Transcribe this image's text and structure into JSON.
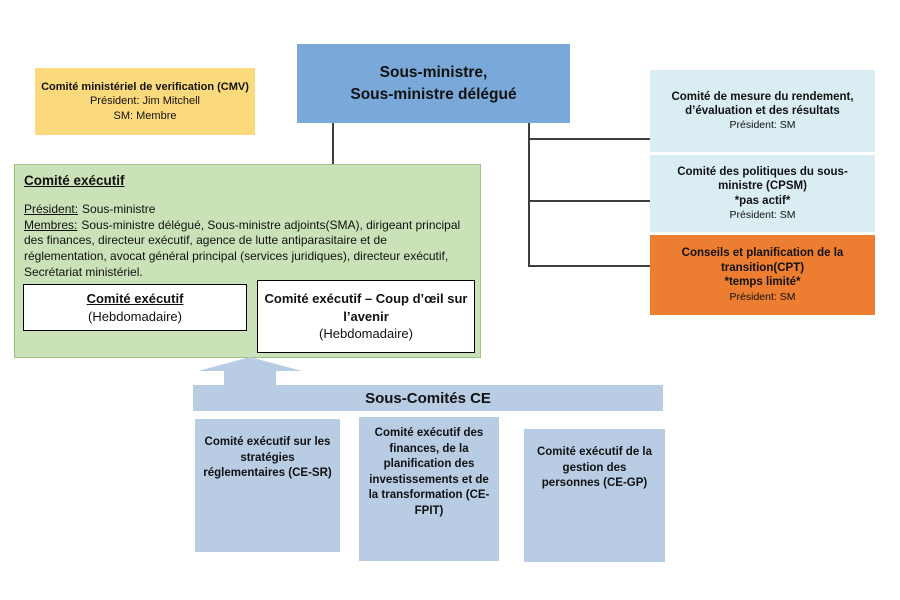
{
  "diagram": {
    "cmv": {
      "title": "Comité ministériel de verification (CMV)",
      "president": "Président: Jim Mitchell",
      "member": "SM: Membre"
    },
    "deputy_minister": {
      "line1": "Sous-ministre,",
      "line2": "Sous-ministre délégué"
    },
    "comite_executif": {
      "title": "Comité exécutif",
      "president_label": "Président:",
      "president_value": "Sous-ministre",
      "membres_label": "Membres:",
      "membres_value": "Sous-ministre délégué, Sous-ministre adjoints(SMA), dirigeant principal des finances, directeur exécutif, agence de lutte antiparasitaire et de réglementation, avocat général principal (services juridiques), directeur exécutif, Secrétariat ministériel.",
      "sub1": {
        "title": "Comité exécutif",
        "subtitle": "(Hebdomadaire)"
      },
      "sub2": {
        "title": "Comité exécutif – Coup d’œil sur l’avenir",
        "subtitle": "(Hebdomadaire)"
      }
    },
    "right_boxes": [
      {
        "title": "Comité de mesure du rendement, d’évaluation et des résultats",
        "note": "",
        "president": "Président: SM"
      },
      {
        "title": "Comité des politiques du sous-ministre (CPSM)",
        "note": "*pas actif*",
        "president": "Président: SM"
      },
      {
        "title": "Conseils et planification de la transition(CPT)",
        "note": "*temps limité*",
        "president": "Président: SM"
      }
    ],
    "sous_comites": {
      "header": "Sous-Comités CE",
      "boxes": [
        "Comité exécutif sur les stratégies réglementaires (CE-SR)",
        "Comité exécutif des finances, de la planification des investissements et de la transformation (CE-FPIT)",
        "Comité exécutif de la gestion des personnes (CE-GP)"
      ]
    },
    "colors": {
      "deputy_blue": "#79A8D9",
      "cmv_yellow": "#FBDA7D",
      "executive_green": "#CBE2B8",
      "right_lightblue": "#D9EDF3",
      "transition_orange": "#ED7D31",
      "subcommittee_blue": "#B8CCE4",
      "line": "#3F3F3F"
    }
  }
}
